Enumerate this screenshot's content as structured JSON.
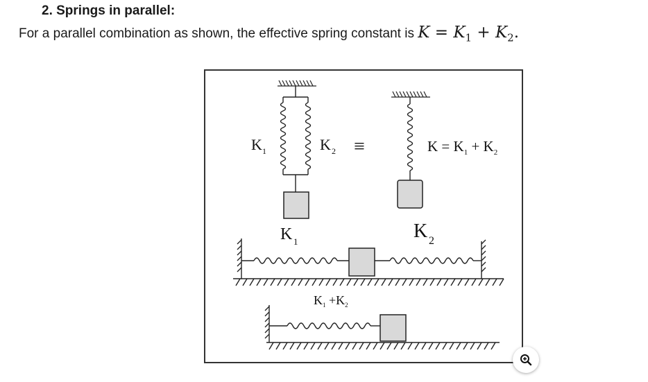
{
  "section": {
    "heading": "2. Springs in parallel:",
    "intro": "For a parallel combination as shown, the effective spring constant is",
    "formula": {
      "lhs": "K",
      "eq": "=",
      "k1": "K",
      "k1_sub": "1",
      "plus": "+",
      "k2": "K",
      "k2_sub": "2",
      "end": "."
    }
  },
  "figure": {
    "label_k1": "K",
    "label_k1_sub": "1",
    "label_k2": "K",
    "label_k2_sub": "2",
    "equiv": "≡",
    "equiv_k": "K = K",
    "equiv_k_sub1": "1",
    "equiv_plus": " + K",
    "equiv_k_sub2": "2",
    "horiz_k1": "K",
    "horiz_k1_sub": "1",
    "horiz_k2": "K",
    "horiz_k2_sub": "2",
    "combined": "K",
    "combined_sub1": "1",
    "combined_plus": " +K",
    "combined_sub2": "2"
  },
  "controls": {
    "zoom_icon": "zoom-in-icon"
  }
}
